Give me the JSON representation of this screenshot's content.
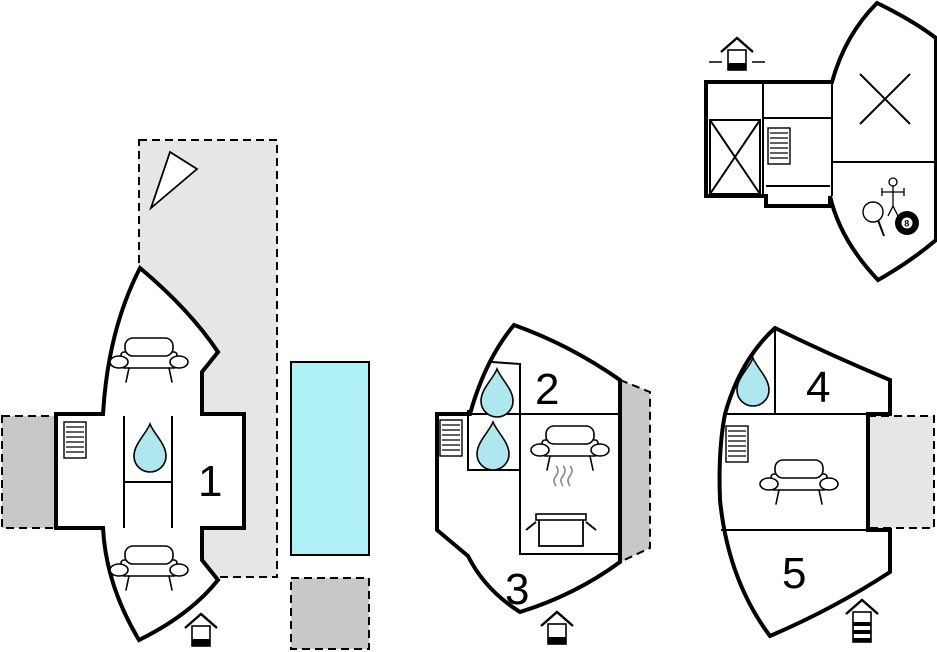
{
  "colors": {
    "wall": "#000000",
    "floor": "#ffffff",
    "terrace": "#c8c8c8",
    "garden": "#e6e6e6",
    "pool": "#aef0f5",
    "water_drop": "#aee8ee"
  },
  "rooms": {
    "room_1": "1",
    "room_2": "2",
    "room_3": "3",
    "room_4": "4",
    "room_5": "5"
  },
  "icons": {
    "sofa": "sofa-icon",
    "shower": "water-drop-icon",
    "stairs": "stairs-icon",
    "entrance": "house-entrance-icon",
    "kitchen": "cooking-pot-icon",
    "compass": "north-arrow-icon",
    "table_football": "table-football-icon",
    "table_tennis": "ping-pong-icon",
    "billiards": "billiard-ball-icon"
  },
  "billiard_ball_label": "8"
}
